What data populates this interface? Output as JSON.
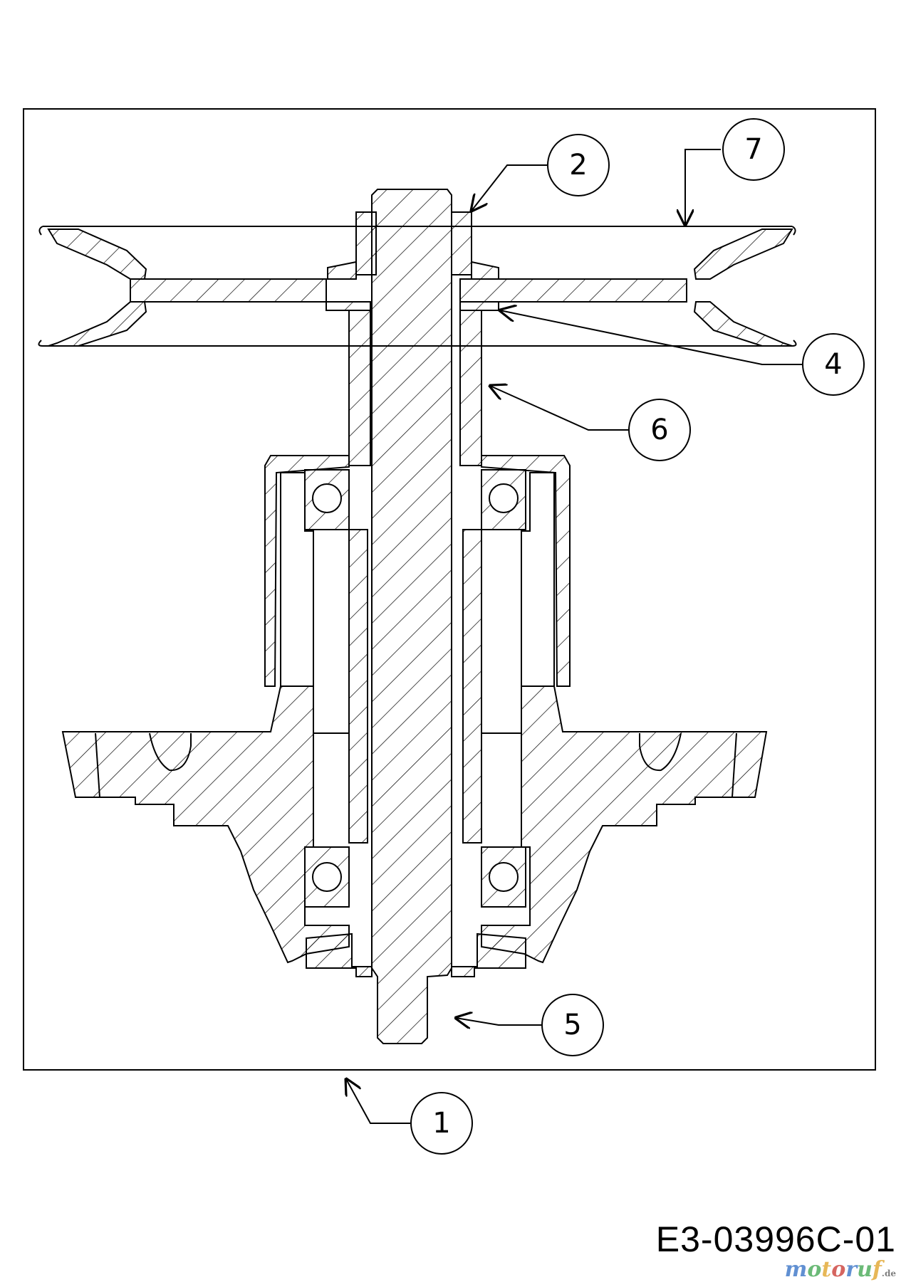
{
  "drawing_code": "E3-03996C-01",
  "watermark": {
    "name": "motoruf",
    "tld": ".de",
    "colors": [
      "#2d6bc4",
      "#3aa34a",
      "#e0a020",
      "#c8322c"
    ]
  },
  "callouts": [
    {
      "id": "1",
      "label": "1"
    },
    {
      "id": "2",
      "label": "2"
    },
    {
      "id": "4",
      "label": "4"
    },
    {
      "id": "5",
      "label": "5"
    },
    {
      "id": "6",
      "label": "6"
    },
    {
      "id": "7",
      "label": "7"
    }
  ],
  "colors": {
    "line": "#000000",
    "background": "#ffffff"
  }
}
